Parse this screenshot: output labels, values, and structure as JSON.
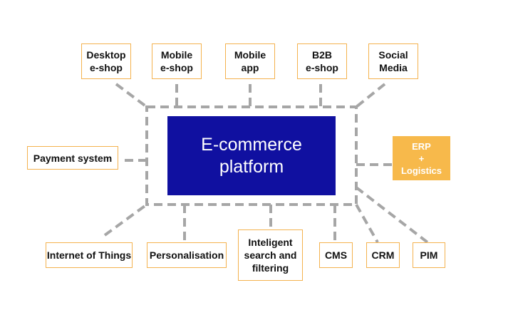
{
  "core": {
    "label": "E-commerce\nplatform",
    "color": "#1010a0"
  },
  "colors": {
    "node_border": "#f4b24e",
    "highlight_fill": "#f7b94b",
    "connector": "#a6a6a6"
  },
  "nodes": {
    "desktop": "Desktop\ne-shop",
    "mobile_eshop": "Mobile\ne-shop",
    "mobile_app": "Mobile\napp",
    "b2b": "B2B\ne-shop",
    "social": "Social\nMedia",
    "payment": "Payment system",
    "erp": "ERP\n+\nLogistics",
    "iot": "Internet of Things",
    "personalisation": "Personalisation",
    "search": "Inteligent\nsearch and\nfiltering",
    "cms": "CMS",
    "crm": "CRM",
    "pim": "PIM"
  }
}
